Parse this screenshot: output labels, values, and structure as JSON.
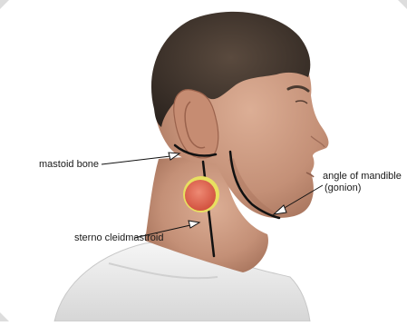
{
  "labels": {
    "mastoid_bone": "mastoid bone",
    "angle_of_mandible_line1": "angle of mandible",
    "angle_of_mandible_line2": "(gonion)",
    "sterno_cleidomastoid": "sterno cleidmastroid"
  },
  "colors": {
    "skin": "#c9977c",
    "skin_shadow": "#a9755c",
    "hair": "#3a3029",
    "shirt": "#ececec",
    "marker_fill": "#e46a5a",
    "marker_ring": "#e8e060",
    "annotation_line": "#111111"
  }
}
